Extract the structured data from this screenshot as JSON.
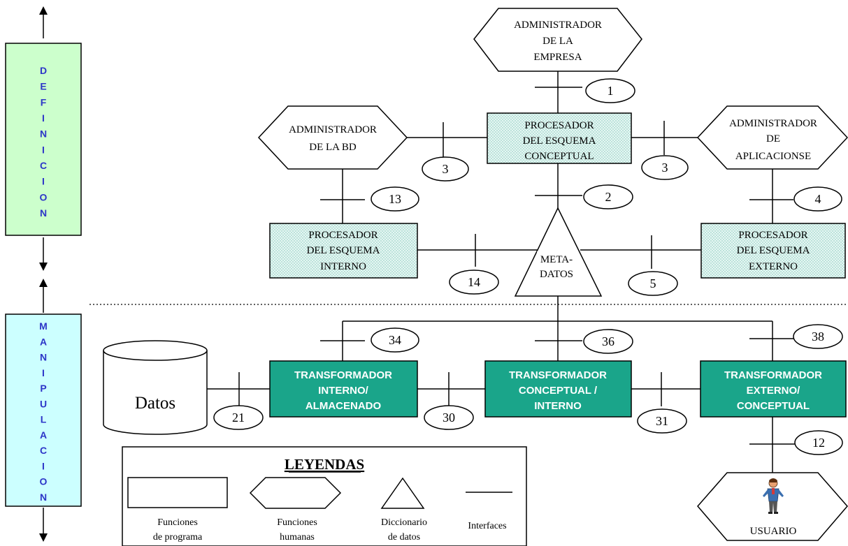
{
  "sidebar": {
    "definition_letters": [
      "D",
      "E",
      "F",
      "I",
      "N",
      "I",
      "C",
      "I",
      "O",
      "N"
    ],
    "manipulation_letters": [
      "M",
      "A",
      "N",
      "I",
      "P",
      "U",
      "L",
      "A",
      "C",
      "I",
      "O",
      "N"
    ],
    "definition_color": "#ccffcc",
    "manipulation_color": "#ccffff",
    "text_color": "#2d36c8"
  },
  "nodes": {
    "admin_empresa": [
      "ADMINISTRADOR",
      "DE LA",
      "EMPRESA"
    ],
    "admin_bd": [
      "ADMINISTRADOR",
      "DE LA BD"
    ],
    "admin_aplicaciones": [
      "ADMINISTRADOR",
      "DE",
      "APLICACIONSE"
    ],
    "proc_conceptual": [
      "PROCESADOR",
      "DEL ESQUEMA",
      "CONCEPTUAL"
    ],
    "proc_interno": [
      "PROCESADOR",
      "DEL ESQUEMA",
      "INTERNO"
    ],
    "proc_externo": [
      "PROCESADOR",
      "DEL ESQUEMA",
      "EXTERNO"
    ],
    "metadatos": [
      "META-",
      "DATOS"
    ],
    "trans_interno": [
      "TRANSFORMADOR",
      "INTERNO/",
      "ALMACENADO"
    ],
    "trans_conceptual": [
      "TRANSFORMADOR",
      "CONCEPTUAL /",
      "INTERNO"
    ],
    "trans_externo": [
      "TRANSFORMADOR",
      "EXTERNO/",
      "CONCEPTUAL"
    ],
    "datos": "Datos",
    "usuario": "USUARIO"
  },
  "interfaces": {
    "i1": "1",
    "i3a": "3",
    "i3b": "3",
    "i2": "2",
    "i13": "13",
    "i4": "4",
    "i14": "14",
    "i5": "5",
    "i34": "34",
    "i36": "36",
    "i38": "38",
    "i21": "21",
    "i30": "30",
    "i31": "31",
    "i12": "12"
  },
  "legend": {
    "title": "LEYENDAS",
    "programa": [
      "Funciones",
      "de programa"
    ],
    "humanas": [
      "Funciones",
      "humanas"
    ],
    "diccionario": [
      "Diccionario",
      "de datos"
    ],
    "interfaces": "Interfaces"
  },
  "colors": {
    "processor_fill": "#d8f0ec",
    "transformer_fill": "#1aa58a"
  }
}
